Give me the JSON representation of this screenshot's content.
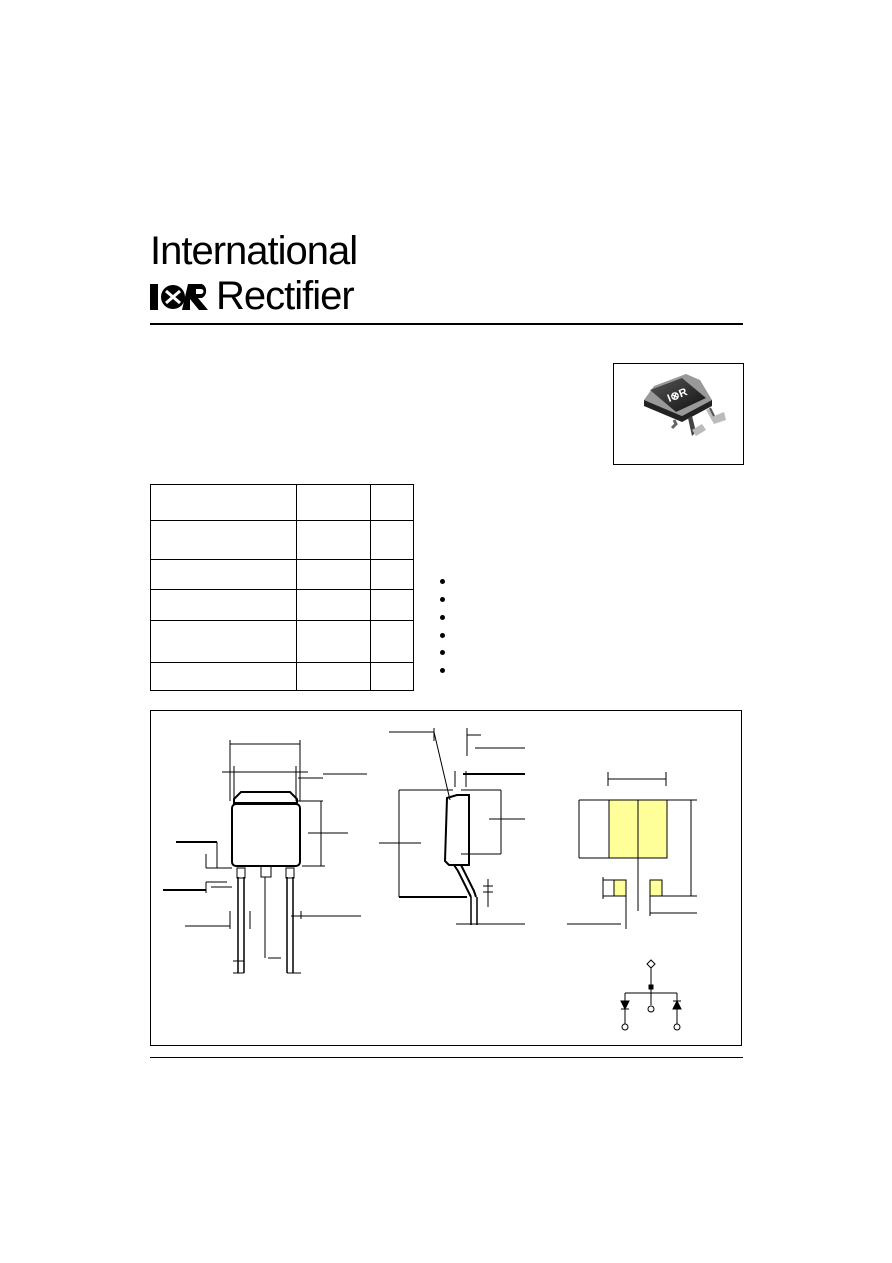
{
  "brand": {
    "line1": "International",
    "logo_text": "I⊗R",
    "line2": "Rectifier"
  },
  "photo": {
    "chip_marking": "I⊗R"
  },
  "table": {
    "rows": 6,
    "columns": 3,
    "cells": []
  },
  "features": {
    "bullet_count": 6,
    "items": []
  },
  "colors": {
    "pad_fill": "#ffff99",
    "line": "#000000",
    "chip_body": "#1a1a1a",
    "lead": "#b8b8b8"
  }
}
